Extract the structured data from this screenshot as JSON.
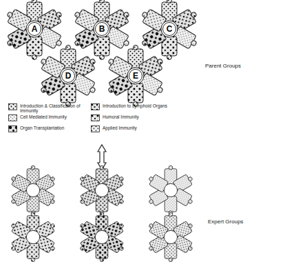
{
  "diagram": {
    "nodes": [
      {
        "text": [
          "A"
        ]
      },
      {
        "text": [
          "B"
        ]
      },
      {
        "text": [
          "C"
        ]
      },
      {
        "text": [
          "D"
        ]
      },
      {
        "text": [
          "E"
        ]
      }
    ],
    "labels": [
      "Parent Groups",
      "Expert Groups"
    ],
    "legend": [
      {
        "text": "Introduction & Classification of Immunity"
      },
      {
        "text": "Introduction to Lymphoid Organs"
      },
      {
        "text": "Cell Mediated Immunity"
      },
      {
        "text": "Humoral Immunity"
      },
      {
        "text": "Organ Transplantation"
      },
      {
        "text": "Applied Immunity"
      }
    ]
  }
}
